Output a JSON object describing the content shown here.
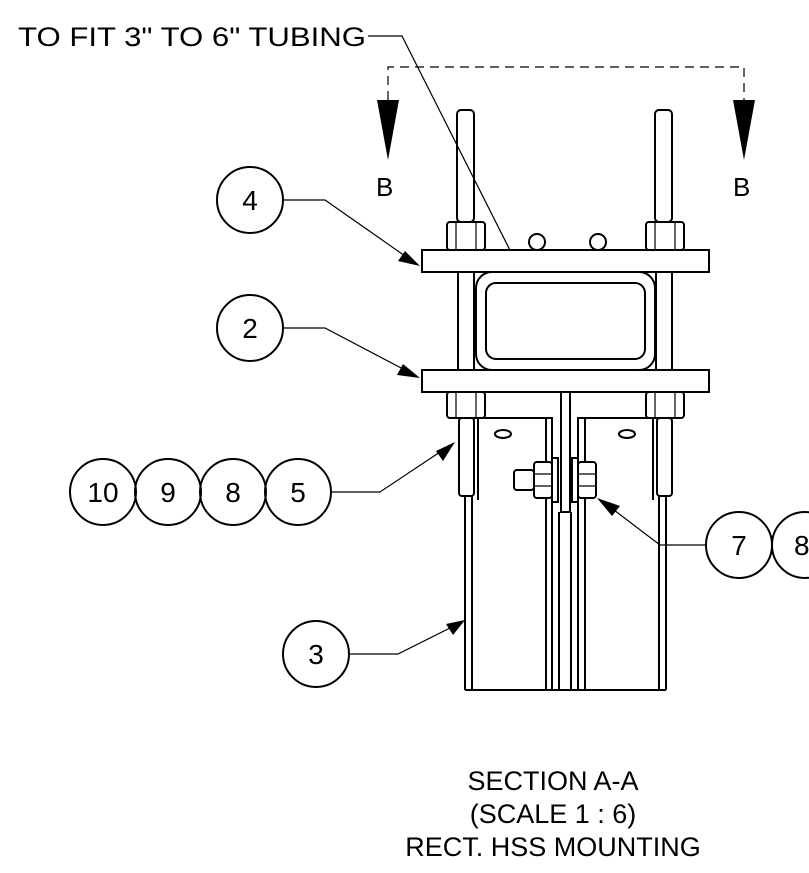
{
  "note": "TO FIT 3\" TO 6\" TUBING",
  "section_marks": {
    "left": "B",
    "right": "B"
  },
  "balloons": [
    "4",
    "2",
    "10",
    "9",
    "8",
    "5",
    "3",
    "7",
    "8"
  ],
  "caption": {
    "line1": "SECTION A-A",
    "line2": "(SCALE 1 : 6)",
    "line3": "RECT. HSS MOUNTING"
  },
  "colors": {
    "ink": "#000000",
    "paper": "#ffffff"
  }
}
